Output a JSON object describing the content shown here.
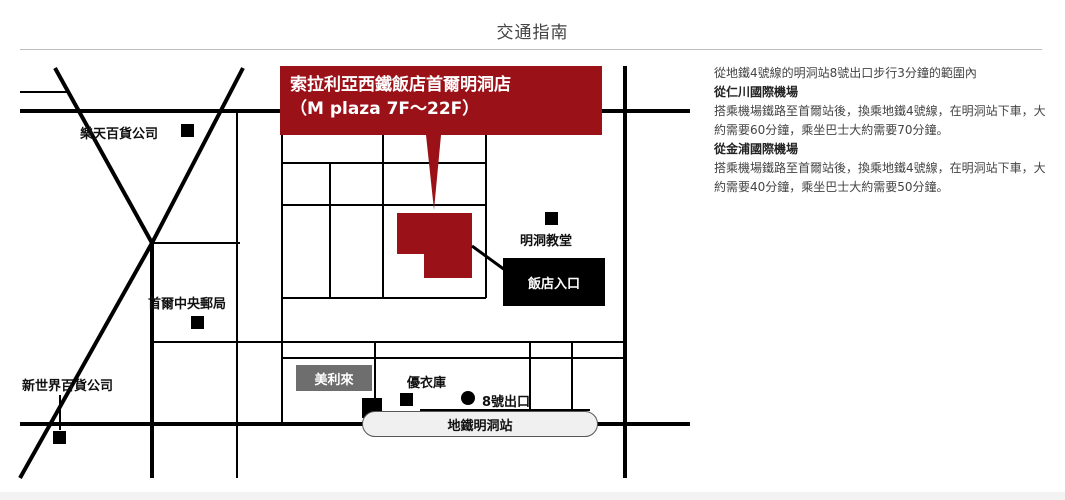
{
  "page": {
    "title": "交通指南"
  },
  "map": {
    "hotel_callout": {
      "line1": "索拉利亞西鐵飯店首爾明洞店",
      "line2": "（M plaza 7F～22F）"
    },
    "hotel_entrance": "飯店入口",
    "landmarks": {
      "lotte": "樂天百貨公司",
      "post_office": "首爾中央郵局",
      "shinsegae": "新世界百貨公司",
      "milliore": "美利來",
      "uniqlo": "優衣庫",
      "exit8": "8號出口",
      "church": "明洞教堂",
      "station": "地鐵明洞站"
    },
    "colors": {
      "hotel": "#9a1118",
      "entrance": "#000000",
      "milliore": "#6e6e6e"
    }
  },
  "directions": {
    "intro": "從地鐵4號線的明洞站8號出口步行3分鐘的範圍內",
    "incheon_heading": "從仁川國際機場",
    "incheon_text": "搭乘機場鐵路至首爾站後，換乘地鐵4號線，在明洞站下車，大約需要60分鐘，乘坐巴士大約需要70分鐘。",
    "gimpo_heading": "從金浦國際機場",
    "gimpo_text": "搭乘機場鐵路至首爾站後，換乘地鐵4號線，在明洞站下車，大約需要40分鐘，乘坐巴士大約需要50分鐘。"
  }
}
